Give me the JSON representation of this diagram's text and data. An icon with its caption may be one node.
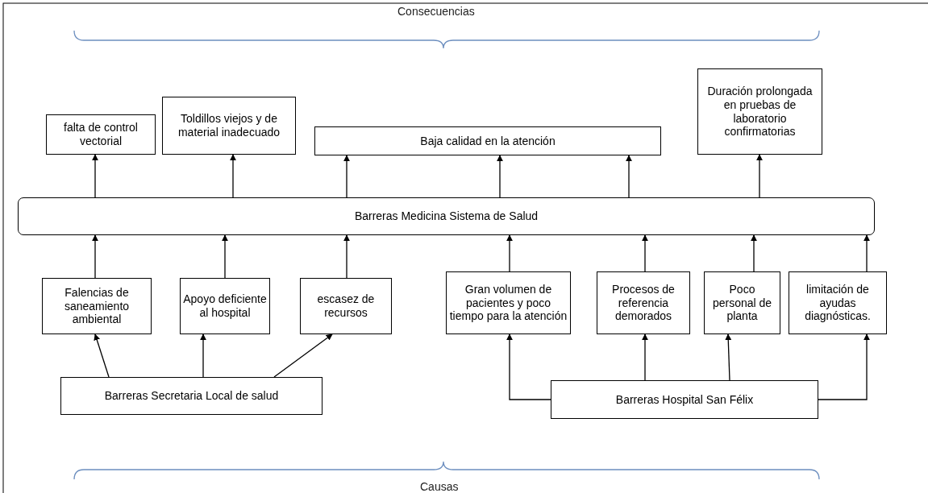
{
  "diagram": {
    "nodes": [
      {
        "text": [
          "falta de control vectorial"
        ]
      },
      {
        "text": [
          "Toldillos viejos y de material inadecuado"
        ]
      },
      {
        "text": [
          "Baja calidad en la atención"
        ]
      },
      {
        "text": [
          "Duración prolongada en pruebas de laboratorio confirmatorias"
        ]
      },
      {
        "text": [
          "Barreras Medicina Sistema de Salud"
        ]
      },
      {
        "text": [
          "Falencias de saneamiento ambiental"
        ]
      },
      {
        "text": [
          "Apoyo deficiente al hospital"
        ]
      },
      {
        "text": [
          "escasez de recursos"
        ]
      },
      {
        "text": [
          "Gran volumen de pacientes y poco tiempo para la atención"
        ]
      },
      {
        "text": [
          "Procesos de referencia demorados"
        ]
      },
      {
        "text": [
          "Poco personal de planta"
        ]
      },
      {
        "text": [
          "limitación de ayudas diagnósticas."
        ]
      },
      {
        "text": [
          "Barreras Secretaria Local de salud"
        ]
      },
      {
        "text": [
          "Barreras Hospital San Félix"
        ]
      }
    ],
    "edges": [
      {
        "from": 4,
        "to": 0,
        "arrow": "to"
      },
      {
        "from": 4,
        "to": 1,
        "arrow": "to"
      },
      {
        "from": 4,
        "to": 2,
        "arrow": "to"
      },
      {
        "from": 4,
        "to": 2,
        "arrow": "to"
      },
      {
        "from": 4,
        "to": 2,
        "arrow": "to"
      },
      {
        "from": 4,
        "to": 3,
        "arrow": "to"
      },
      {
        "from": 5,
        "to": 4,
        "arrow": "to"
      },
      {
        "from": 6,
        "to": 4,
        "arrow": "to"
      },
      {
        "from": 7,
        "to": 4,
        "arrow": "to"
      },
      {
        "from": 8,
        "to": 4,
        "arrow": "to"
      },
      {
        "from": 9,
        "to": 4,
        "arrow": "to"
      },
      {
        "from": 10,
        "to": 4,
        "arrow": "to"
      },
      {
        "from": 11,
        "to": 4,
        "arrow": "to"
      },
      {
        "from": 12,
        "to": 5,
        "arrow": "to"
      },
      {
        "from": 12,
        "to": 6,
        "arrow": "to"
      },
      {
        "from": 12,
        "to": 7,
        "arrow": "to"
      },
      {
        "from": 13,
        "to": 8,
        "arrow": "to"
      },
      {
        "from": 13,
        "to": 9,
        "arrow": "to"
      },
      {
        "from": 13,
        "to": 10,
        "arrow": "to"
      },
      {
        "from": 13,
        "to": 11,
        "arrow": "to"
      }
    ],
    "labels": [
      "Consecuencias",
      "Causas"
    ]
  }
}
